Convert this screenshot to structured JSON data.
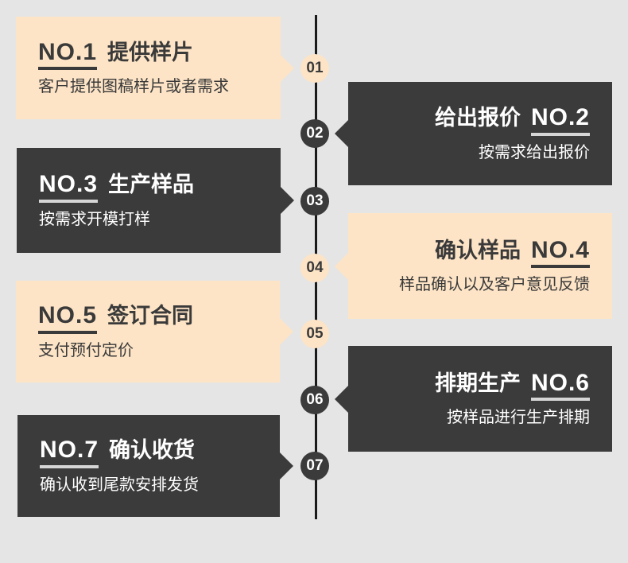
{
  "page": {
    "background_color": "#e5e5e5",
    "line_color": "#1b1b1b",
    "cream_color": "#fde4c6",
    "dark_color": "#3b3b3b"
  },
  "steps": [
    {
      "number": "01",
      "no": "NO.1",
      "title": "提供样片",
      "subtitle": "客户提供图稿样片或者需求",
      "side": "left",
      "theme": "cream"
    },
    {
      "number": "02",
      "no": "NO.2",
      "title": "给出报价",
      "subtitle": "按需求给出报价",
      "side": "right",
      "theme": "dark"
    },
    {
      "number": "03",
      "no": "NO.3",
      "title": "生产样品",
      "subtitle": "按需求开模打样",
      "side": "left",
      "theme": "dark"
    },
    {
      "number": "04",
      "no": "NO.4",
      "title": "确认样品",
      "subtitle": "样品确认以及客户意见反馈",
      "side": "right",
      "theme": "cream"
    },
    {
      "number": "05",
      "no": "NO.5",
      "title": "签订合同",
      "subtitle": "支付预付定价",
      "side": "left",
      "theme": "cream"
    },
    {
      "number": "06",
      "no": "NO.6",
      "title": "排期生产",
      "subtitle": "按样品进行生产排期",
      "side": "right",
      "theme": "dark"
    },
    {
      "number": "07",
      "no": "NO.7",
      "title": "确认收货",
      "subtitle": "确认收到尾款安排发货",
      "side": "left",
      "theme": "dark"
    }
  ]
}
